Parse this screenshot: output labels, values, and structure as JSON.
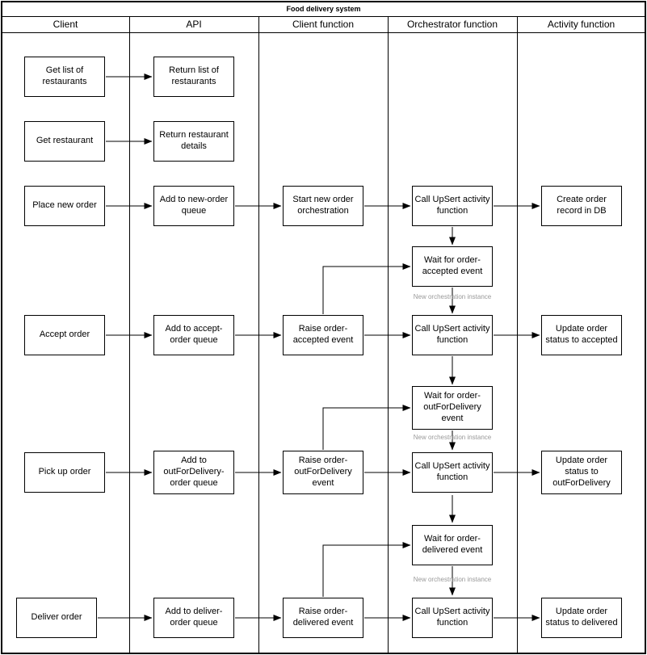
{
  "diagram": {
    "title": "Food delivery system",
    "lanes": [
      "Client",
      "API",
      "Client function",
      "Orchestrator function",
      "Activity function"
    ],
    "nodes": [
      {
        "label": "Get list of restaurants"
      },
      {
        "label": "Return list of restaurants"
      },
      {
        "label": "Get restaurant"
      },
      {
        "label": "Return restaurant details"
      },
      {
        "label": "Place new order"
      },
      {
        "label": "Add to new-order queue"
      },
      {
        "label": "Start new order orchestration"
      },
      {
        "label": "Call UpSert activity function"
      },
      {
        "label": "Create order record in DB"
      },
      {
        "label": "Wait for order-accepted event"
      },
      {
        "label": "Accept order"
      },
      {
        "label": "Add to accept-order queue"
      },
      {
        "label": "Raise order-accepted event"
      },
      {
        "label": "Call UpSert activity function"
      },
      {
        "label": "Update order status to accepted"
      },
      {
        "label": "Wait for order-outForDelivery event"
      },
      {
        "label": "Pick up order"
      },
      {
        "label": "Add to outForDelivery-order queue"
      },
      {
        "label": "Raise order-outForDelivery event"
      },
      {
        "label": "Call UpSert activity function"
      },
      {
        "label": "Update order status to outForDelivery"
      },
      {
        "label": "Wait for order-delivered event"
      },
      {
        "label": "Deliver order"
      },
      {
        "label": "Add to deliver-order queue"
      },
      {
        "label": "Raise order-delivered event"
      },
      {
        "label": "Call UpSert activity function"
      },
      {
        "label": "Update order status to delivered"
      }
    ],
    "edge_labels": [
      "New orchestration instance",
      "New orchestration instance",
      "New orchestration instance"
    ],
    "colors": {
      "line": "#000000",
      "box_fill": "#ffffff",
      "box_border": "#000000",
      "edge_label_text": "#999999",
      "background": "#ffffff"
    }
  }
}
